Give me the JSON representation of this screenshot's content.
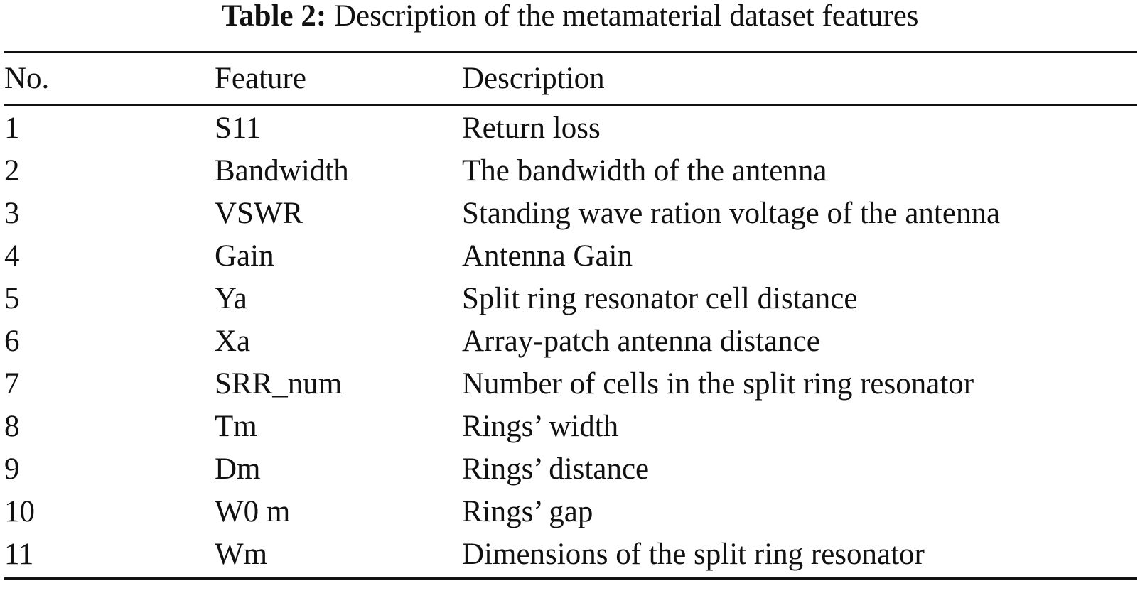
{
  "caption": {
    "label": "Table 2:",
    "text": "Description of the metamaterial dataset features"
  },
  "table": {
    "headers": [
      "No.",
      "Feature",
      "Description"
    ],
    "rows": [
      {
        "no": "1",
        "feature": "S11",
        "description": "Return loss"
      },
      {
        "no": "2",
        "feature": "Bandwidth",
        "description": "The bandwidth of the antenna"
      },
      {
        "no": "3",
        "feature": "VSWR",
        "description": "Standing wave ration voltage of the antenna"
      },
      {
        "no": "4",
        "feature": "Gain",
        "description": "Antenna Gain"
      },
      {
        "no": "5",
        "feature": "Ya",
        "description": "Split ring resonator cell distance"
      },
      {
        "no": "6",
        "feature": "Xa",
        "description": "Array-patch antenna distance"
      },
      {
        "no": "7",
        "feature": "SRR_num",
        "description": "Number of cells in the split ring resonator"
      },
      {
        "no": "8",
        "feature": "Tm",
        "description": "Rings’ width"
      },
      {
        "no": "9",
        "feature": "Dm",
        "description": "Rings’ distance"
      },
      {
        "no": "10",
        "feature": "W0 m",
        "description": "Rings’ gap"
      },
      {
        "no": "11",
        "feature": "Wm",
        "description": "Dimensions of the split ring resonator"
      }
    ]
  }
}
